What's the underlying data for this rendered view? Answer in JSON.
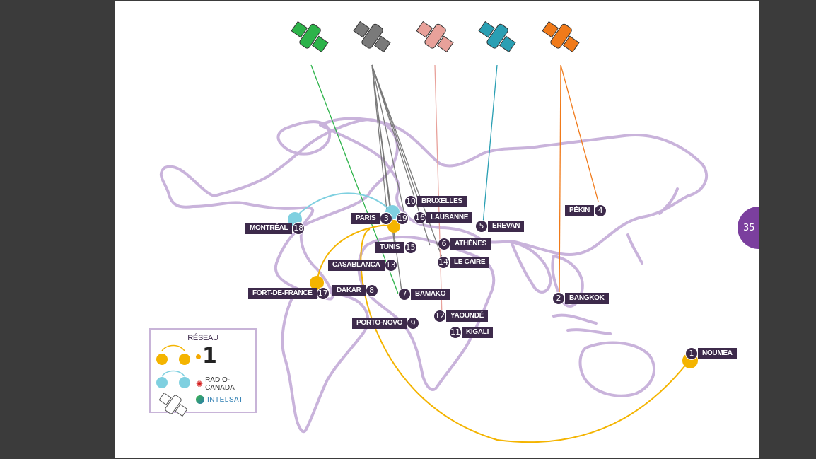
{
  "page": {
    "number": "35"
  },
  "legend": {
    "title": "RÉSEAU",
    "brand_one": "1",
    "brand_radio": "RADIO-CANADA",
    "brand_intelsat": "INTELSAT"
  },
  "colors": {
    "city_label": "#3d2a4b",
    "continent_outline": "#c9b3db",
    "sat_green": "#2db34a",
    "sat_gray": "#7a7a7a",
    "sat_pink": "#e8a19a",
    "sat_teal": "#2a9fb3",
    "sat_orange": "#f07a1a",
    "network_one": "#f4b400",
    "network_radio_canada": "#7fd0e0",
    "page_badge": "#7b3f9e"
  },
  "satellites": [
    {
      "name": "satellite-green",
      "color": "#2db34a"
    },
    {
      "name": "satellite-gray",
      "color": "#7a7a7a"
    },
    {
      "name": "satellite-pink",
      "color": "#e8a19a"
    },
    {
      "name": "satellite-teal",
      "color": "#2a9fb3"
    },
    {
      "name": "satellite-orange",
      "color": "#f07a1a"
    }
  ],
  "cities": [
    {
      "num": "1",
      "name": "NOUMÉA",
      "order": "num-first"
    },
    {
      "num": "2",
      "name": "BANGKOK",
      "order": "num-first"
    },
    {
      "num": "3",
      "name": "PARIS",
      "order": "name-first"
    },
    {
      "num": "4",
      "name": "PÉKIN",
      "order": "name-first"
    },
    {
      "num": "5",
      "name": "EREVAN",
      "order": "num-first"
    },
    {
      "num": "6",
      "name": "ATHÈNES",
      "order": "num-first"
    },
    {
      "num": "7",
      "name": "BAMAKO",
      "order": "num-first"
    },
    {
      "num": "8",
      "name": "DAKAR",
      "order": "name-first"
    },
    {
      "num": "9",
      "name": "PORTO-NOVO",
      "order": "name-first"
    },
    {
      "num": "10",
      "name": "BRUXELLES",
      "order": "num-first"
    },
    {
      "num": "11",
      "name": "KIGALI",
      "order": "num-first"
    },
    {
      "num": "12",
      "name": "YAOUNDÉ",
      "order": "num-first"
    },
    {
      "num": "13",
      "name": "CASABLANCA",
      "order": "name-first"
    },
    {
      "num": "14",
      "name": "LE CAIRE",
      "order": "num-first"
    },
    {
      "num": "15",
      "name": "TUNIS",
      "order": "name-first"
    },
    {
      "num": "16",
      "name": "LAUSANNE",
      "order": "num-first"
    },
    {
      "num": "17",
      "name": "FORT-DE-FRANCE",
      "order": "name-first"
    },
    {
      "num": "18",
      "name": "MONTRÉAL",
      "order": "name-first"
    },
    {
      "num": "19",
      "name": "",
      "order": "num-only"
    }
  ]
}
